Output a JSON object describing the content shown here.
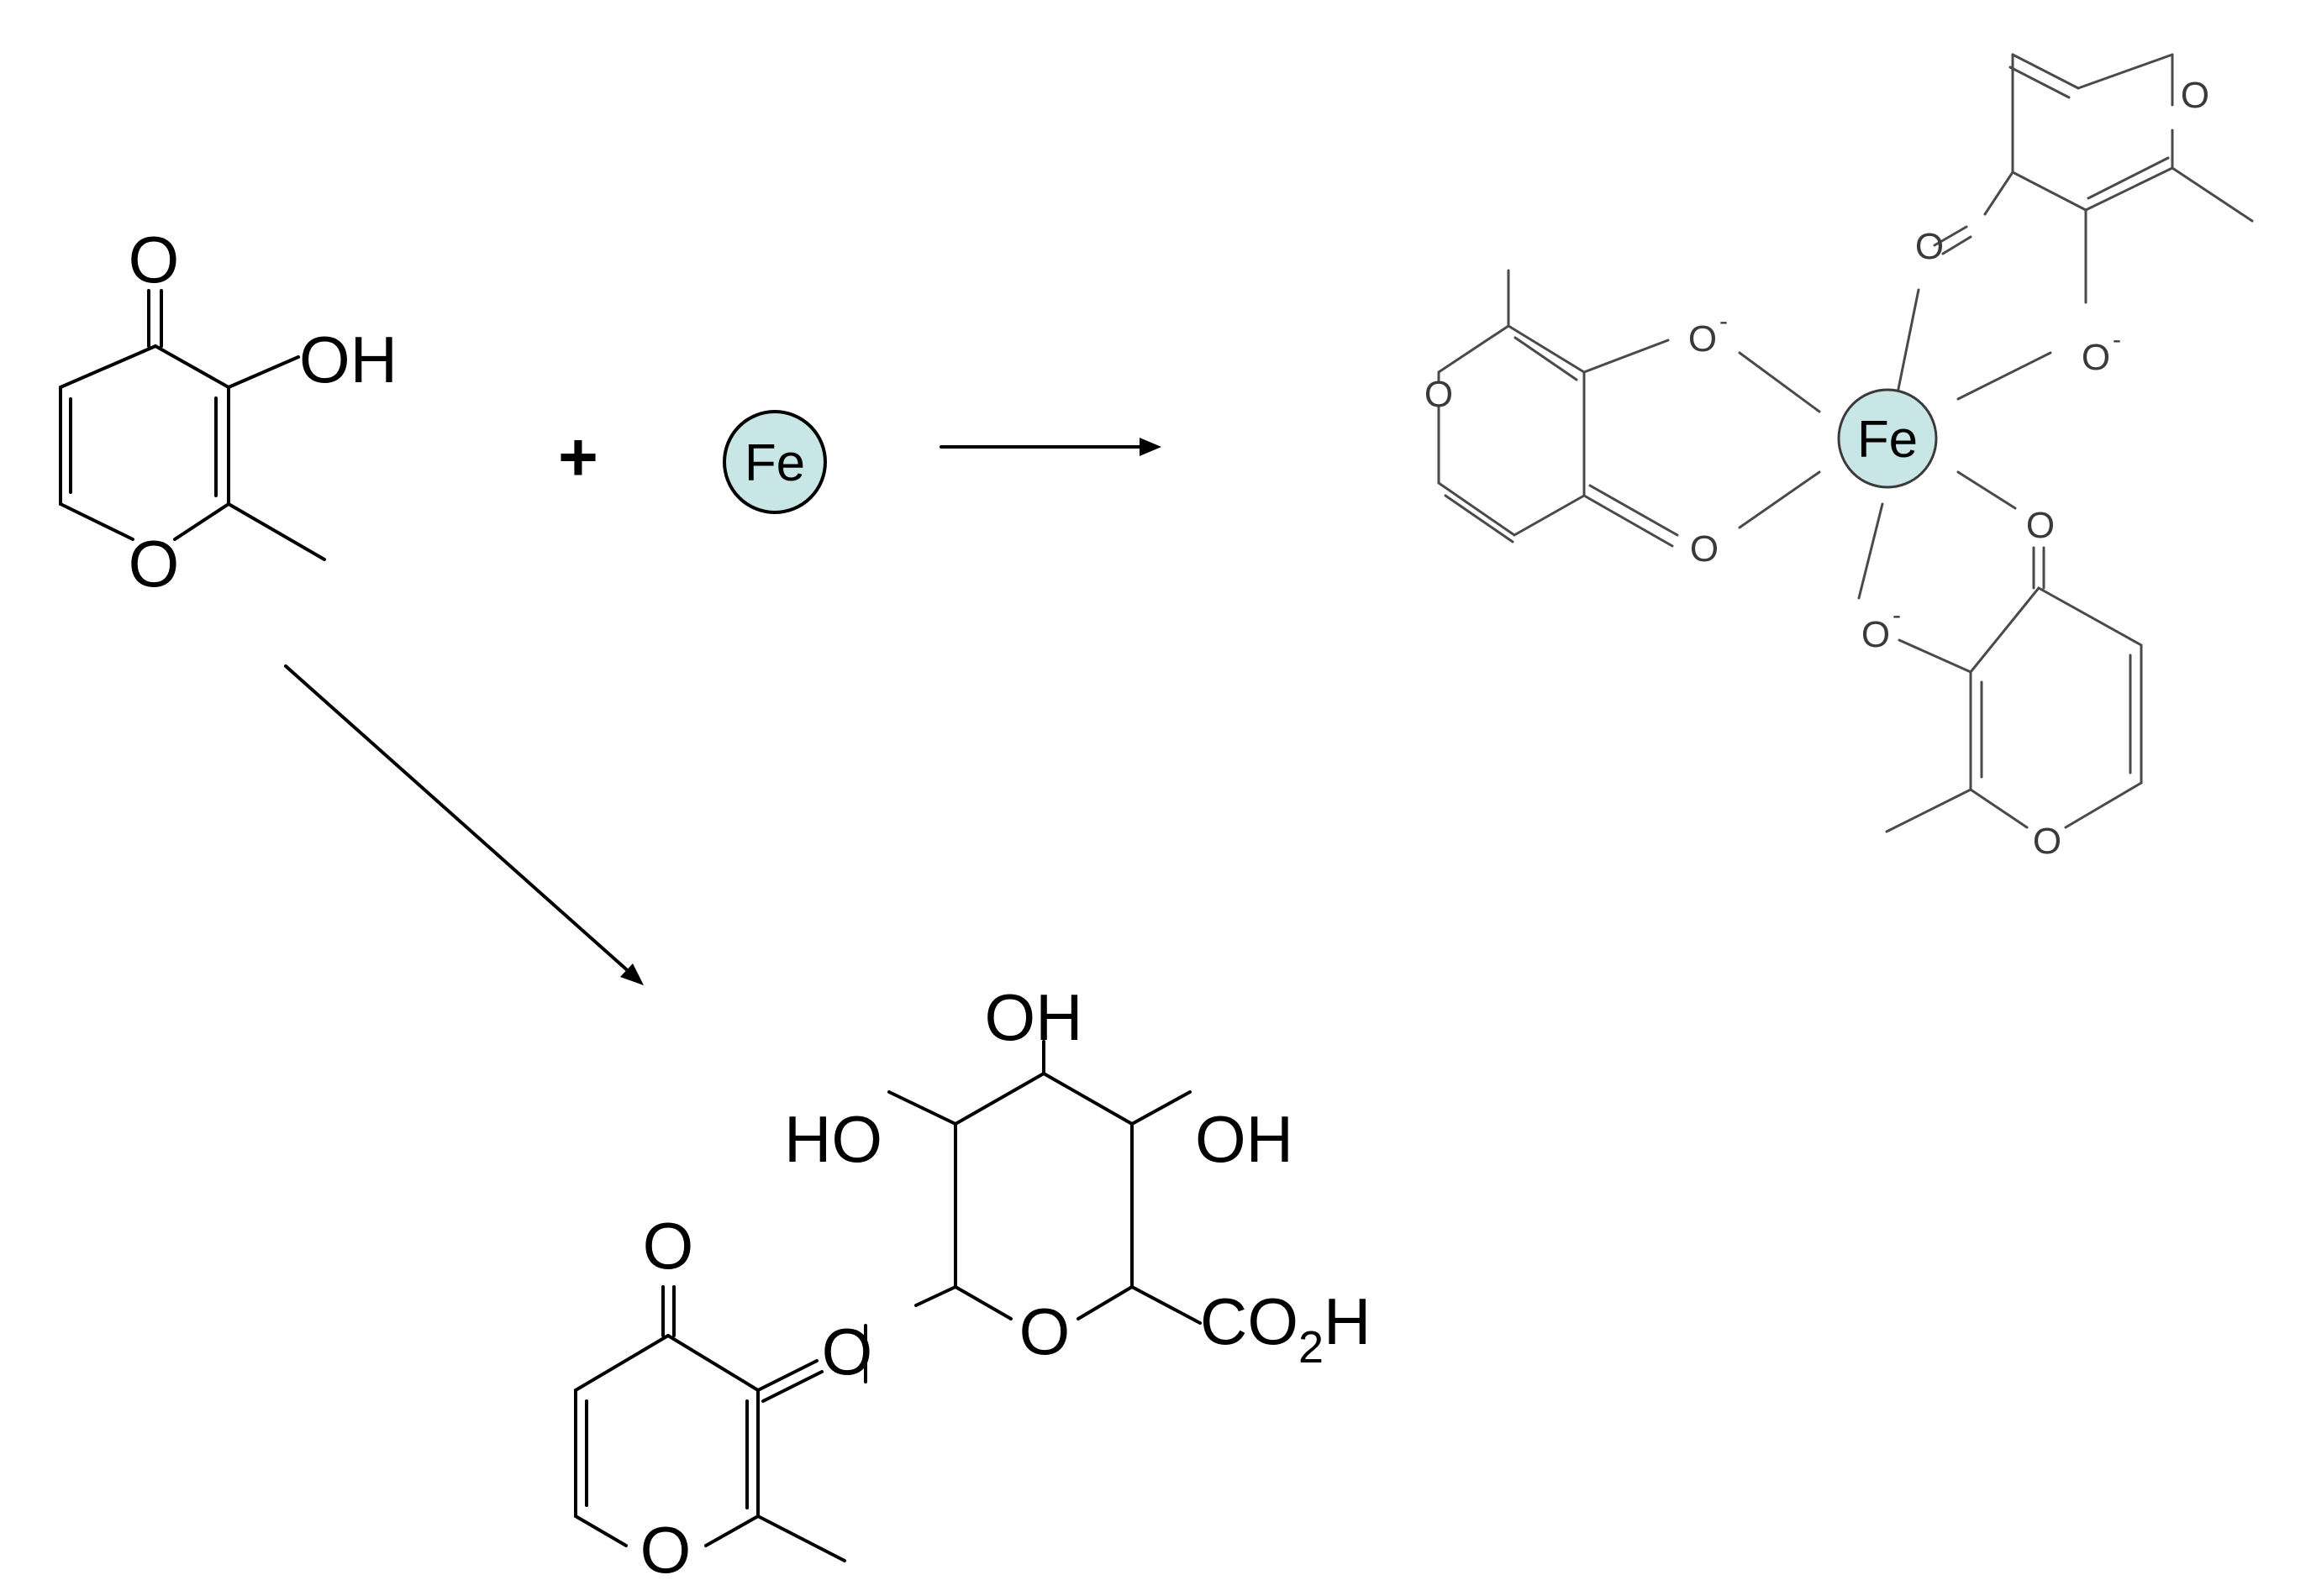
{
  "maltol": {
    "carbonyl_o": "O",
    "hydroxyl": "OH",
    "ring_o": "O"
  },
  "reaction": {
    "plus": "+"
  },
  "iron": {
    "label": "Fe",
    "fill_color": "#c8e6e6"
  },
  "complex": {
    "metal": "Fe",
    "ligand1": {
      "ring_o": "O",
      "phenolate_o": "O",
      "carbonyl_o": "O",
      "charge": "-"
    },
    "ligand2": {
      "ring_o": "O",
      "phenolate_o": "O",
      "carbonyl_o": "O",
      "charge": "-"
    },
    "ligand3": {
      "ring_o": "O",
      "phenolate_o": "O",
      "carbonyl_o": "O",
      "charge": "-"
    }
  },
  "glucuronide": {
    "oh_top": "OH",
    "ho_left": "HO",
    "oh_right": "OH",
    "ring_o": "O",
    "acid_prefix": "CO",
    "acid_sub": "2",
    "acid_suffix": "H",
    "link_o": "O",
    "pyranone_carbonyl_o": "O",
    "pyranone_ring_o": "O"
  }
}
